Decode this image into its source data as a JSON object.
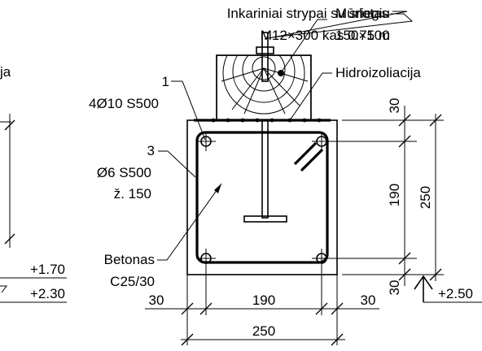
{
  "labels": {
    "anchor_line1": "Inkariniai strypai su sriegiu",
    "anchor_line2": "M12×300 kas 0.75 m",
    "wallplate_line1": "Mūrlotas",
    "wallplate_line2": "150×100",
    "waterproofing": "Hidroizoliacija",
    "partial_left": "ja",
    "callout_1_num": "1",
    "callout_1_text": "4Ø10 S500",
    "callout_3_num": "3",
    "callout_3_line1": "Ø6 S500",
    "callout_3_line2": "ž. 150",
    "concrete_line1": "Betonas",
    "concrete_line2": "C25/30"
  },
  "dimensions": {
    "right_top": "30",
    "right_mid": "190",
    "right_total": "250",
    "right_bottom": "30",
    "bottom_left": "30",
    "bottom_mid": "190",
    "bottom_right": "30",
    "bottom_total": "250"
  },
  "levels": {
    "left_upper": "+1.70",
    "left_lower": "+2.30",
    "right": "+2.50"
  }
}
